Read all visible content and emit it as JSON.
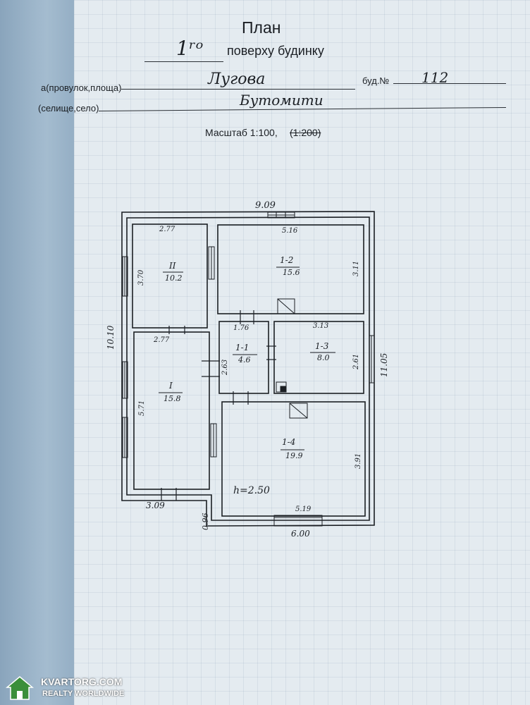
{
  "header": {
    "title": "План",
    "floor_handwritten": "1ʳᵒ",
    "floor_caption": "поверху будинку",
    "street_label": "а(провулок,площа)",
    "street_value": "Лугова",
    "house_label": "буд.№",
    "house_value": "112",
    "settlement_label": "(селище,село)",
    "settlement_value": "Бутомити",
    "scale_label": "Масштаб 1:100,",
    "scale_struck": "(1:200)"
  },
  "plan": {
    "outer_top": "9.09",
    "outer_left": "10.10",
    "outer_right": "11.05",
    "bottom_left": "3.09",
    "bottom_right": "6.00",
    "offset": "0.96",
    "height_note": "h=2.50",
    "rooms": [
      {
        "id": "II",
        "area": "10.2",
        "width": "2.77",
        "length": "3.70"
      },
      {
        "id": "1-2",
        "area": "15.6",
        "width": "5.16",
        "length": "3.11"
      },
      {
        "id": "I",
        "area": "15.8",
        "width": "2.77",
        "length": "5.71"
      },
      {
        "id": "1-1",
        "area": "4.6",
        "width": "1.76",
        "length": "2.63"
      },
      {
        "id": "1-3",
        "area": "8.0",
        "width": "3.13",
        "length": "2.61"
      },
      {
        "id": "1-4",
        "area": "19.9",
        "width": "5.19",
        "length": "3.91"
      }
    ]
  },
  "watermark": {
    "line1": "KVARTORG.COM",
    "line2": "REALTY WORLDWIDE"
  }
}
